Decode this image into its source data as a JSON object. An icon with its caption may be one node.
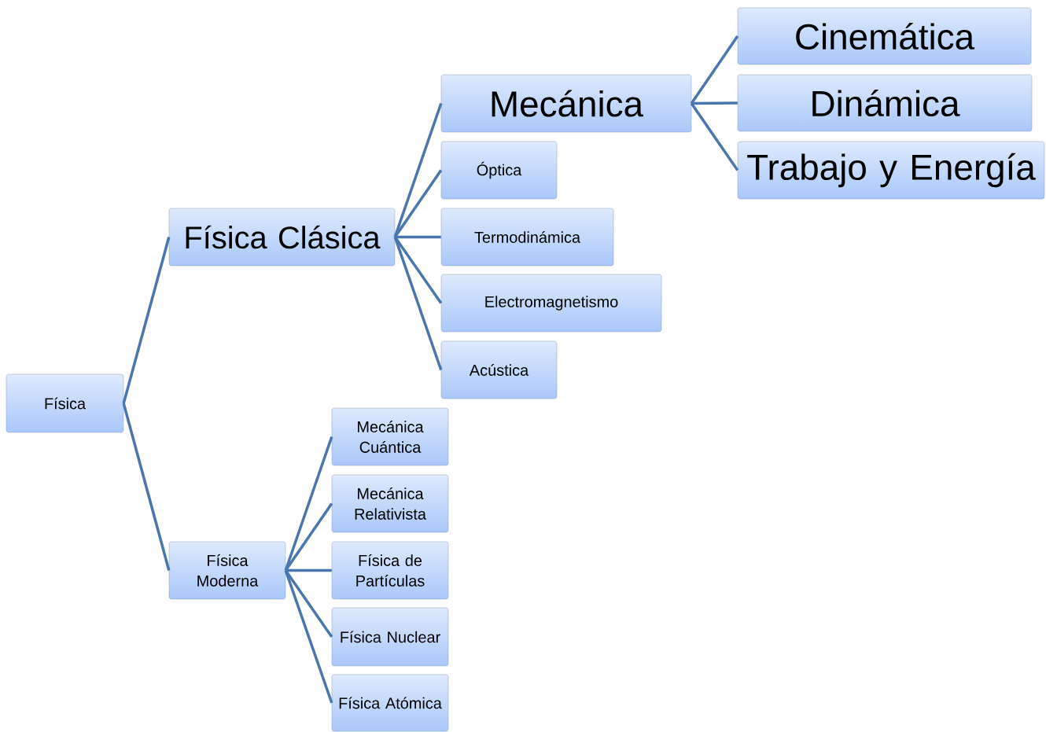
{
  "diagram": {
    "nodes": [
      {
        "text": [
          "Física"
        ]
      },
      {
        "text": [
          "Física Clásica"
        ]
      },
      {
        "text": [
          "Física Moderna"
        ]
      },
      {
        "text": [
          "Mecánica"
        ]
      },
      {
        "text": [
          "Óptica"
        ]
      },
      {
        "text": [
          "Termodinámica"
        ]
      },
      {
        "text": [
          "Electromagnetismo"
        ]
      },
      {
        "text": [
          "Acústica"
        ]
      },
      {
        "text": [
          "Mecánica Cuántica"
        ]
      },
      {
        "text": [
          "Mecánica Relativista"
        ]
      },
      {
        "text": [
          "Física de Partículas"
        ]
      },
      {
        "text": [
          "Física Nuclear"
        ]
      },
      {
        "text": [
          "Física Atómica"
        ]
      },
      {
        "text": [
          "Cinemática"
        ]
      },
      {
        "text": [
          "Dinámica"
        ]
      },
      {
        "text": [
          "Trabajo y Energía"
        ]
      }
    ],
    "edges": [
      {
        "from": 0,
        "to": 1,
        "arrow": "none"
      },
      {
        "from": 0,
        "to": 2,
        "arrow": "none"
      },
      {
        "from": 1,
        "to": 3,
        "arrow": "none"
      },
      {
        "from": 1,
        "to": 4,
        "arrow": "none"
      },
      {
        "from": 1,
        "to": 5,
        "arrow": "none"
      },
      {
        "from": 1,
        "to": 6,
        "arrow": "none"
      },
      {
        "from": 1,
        "to": 7,
        "arrow": "none"
      },
      {
        "from": 2,
        "to": 8,
        "arrow": "none"
      },
      {
        "from": 2,
        "to": 9,
        "arrow": "none"
      },
      {
        "from": 2,
        "to": 10,
        "arrow": "none"
      },
      {
        "from": 2,
        "to": 11,
        "arrow": "none"
      },
      {
        "from": 2,
        "to": 12,
        "arrow": "none"
      },
      {
        "from": 3,
        "to": 13,
        "arrow": "none"
      },
      {
        "from": 3,
        "to": 14,
        "arrow": "none"
      },
      {
        "from": 3,
        "to": 15,
        "arrow": "none"
      }
    ]
  }
}
